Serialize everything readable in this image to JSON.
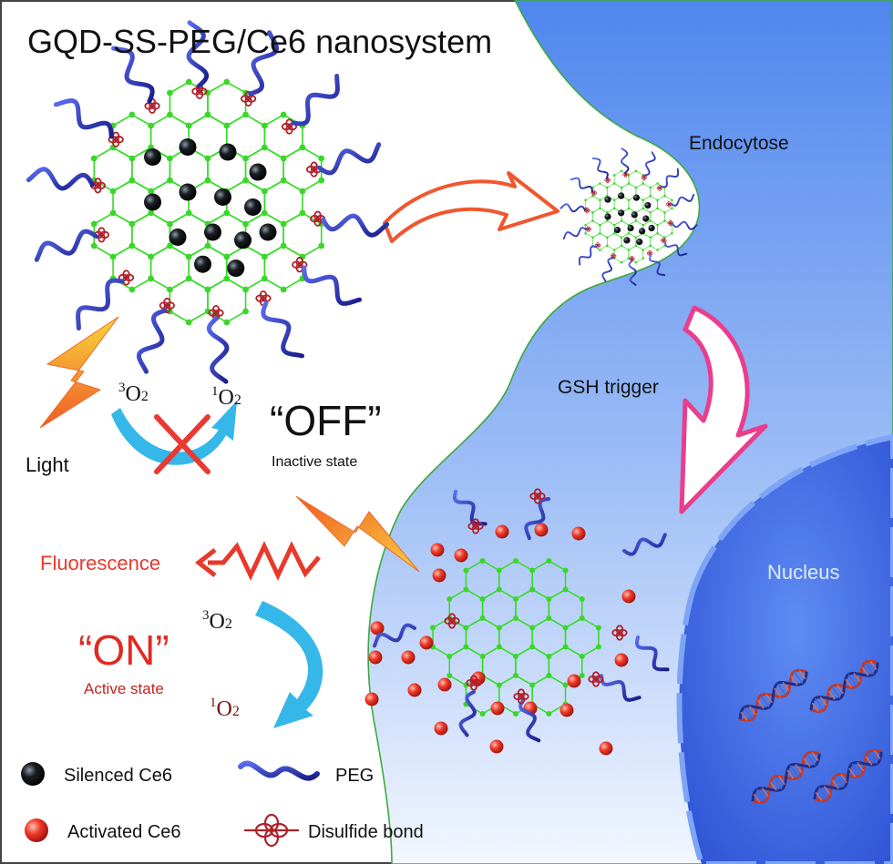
{
  "title": "GQD-SS-PEG/Ce6 nanosystem",
  "labels": {
    "endocytose": "Endocytose",
    "gsh_trigger": "GSH trigger",
    "nucleus": "Nucleus",
    "light": "Light",
    "off": "“OFF”",
    "inactive_state": "Inactive state",
    "fluorescence": "Fluorescence",
    "on": "“ON”",
    "active_state": "Active state"
  },
  "oxygen": {
    "triplet_sup": "3",
    "singlet_sup": "1",
    "symbol": "O",
    "subscript": "2"
  },
  "legend": {
    "silenced": "Silenced Ce6",
    "peg": "PEG",
    "activated": "Activated Ce6",
    "disulfide": "Disulfide bond"
  },
  "colors": {
    "cell_blue": "#5f94ef",
    "nucleus_blue": "#3f6fe0",
    "graphene_green": "#33dd22",
    "peg_blue": "#2b2fb0",
    "active_red": "#e8231c",
    "silenced_black": "#111111",
    "arrow_cyan": "#35b7ea",
    "cross_red": "#e83a32",
    "fluor_red": "#e8392c",
    "on_red": "#e12a22",
    "gsh_arrow_pink": "#ea3d8c",
    "endo_arrow_orange": "#f0572d",
    "dna_red": "#c0392b",
    "dna_blue": "#1e2f8a"
  }
}
